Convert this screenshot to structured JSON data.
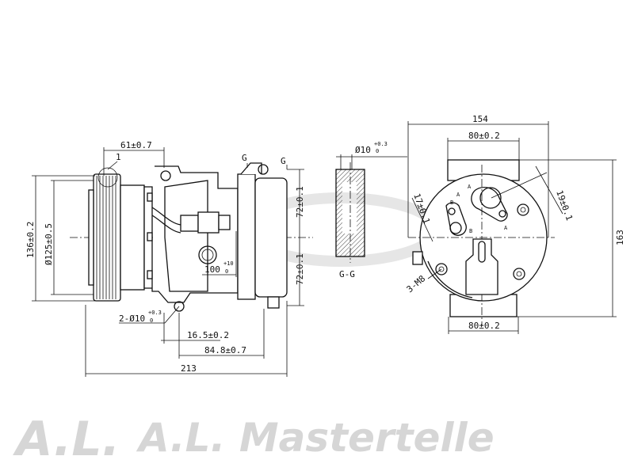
{
  "watermark": {
    "logo_text": "A.L. Mastertelle"
  },
  "side_view": {
    "part_label": "1",
    "dim_pulley_offset": "61±0.7",
    "dim_height": "136±0.2",
    "dim_pulley_diameter": "Ø125±0.5",
    "dim_upper_half": "72±0.1",
    "dim_lower_half": "72±0.1",
    "dim_port": "100",
    "dim_port_tol_upper": "+10",
    "dim_port_tol_lower": "0",
    "dim_mount_holes": "2-Ø10",
    "dim_mount_tol_upper": "+0.3",
    "dim_mount_tol_lower": "0",
    "dim_a": "16.5±0.2",
    "dim_b": "84.8±0.7",
    "dim_length": "213",
    "section_mark_left": "G",
    "section_mark_right": "G"
  },
  "section_view": {
    "dim_hole": "Ø10",
    "dim_hole_tol_upper": "+0.3",
    "dim_hole_tol_lower": "0",
    "label": "G-G"
  },
  "rear_view": {
    "dim_width": "154",
    "dim_top_mount": "80±0.2",
    "dim_bottom_mount": "80±0.2",
    "dim_height": "163",
    "dim_port_a": "19±0.1",
    "dim_port_b": "17±0.1",
    "dim_threads": "3-M8",
    "marks": [
      "A",
      "A",
      "A",
      "B",
      "B"
    ]
  }
}
